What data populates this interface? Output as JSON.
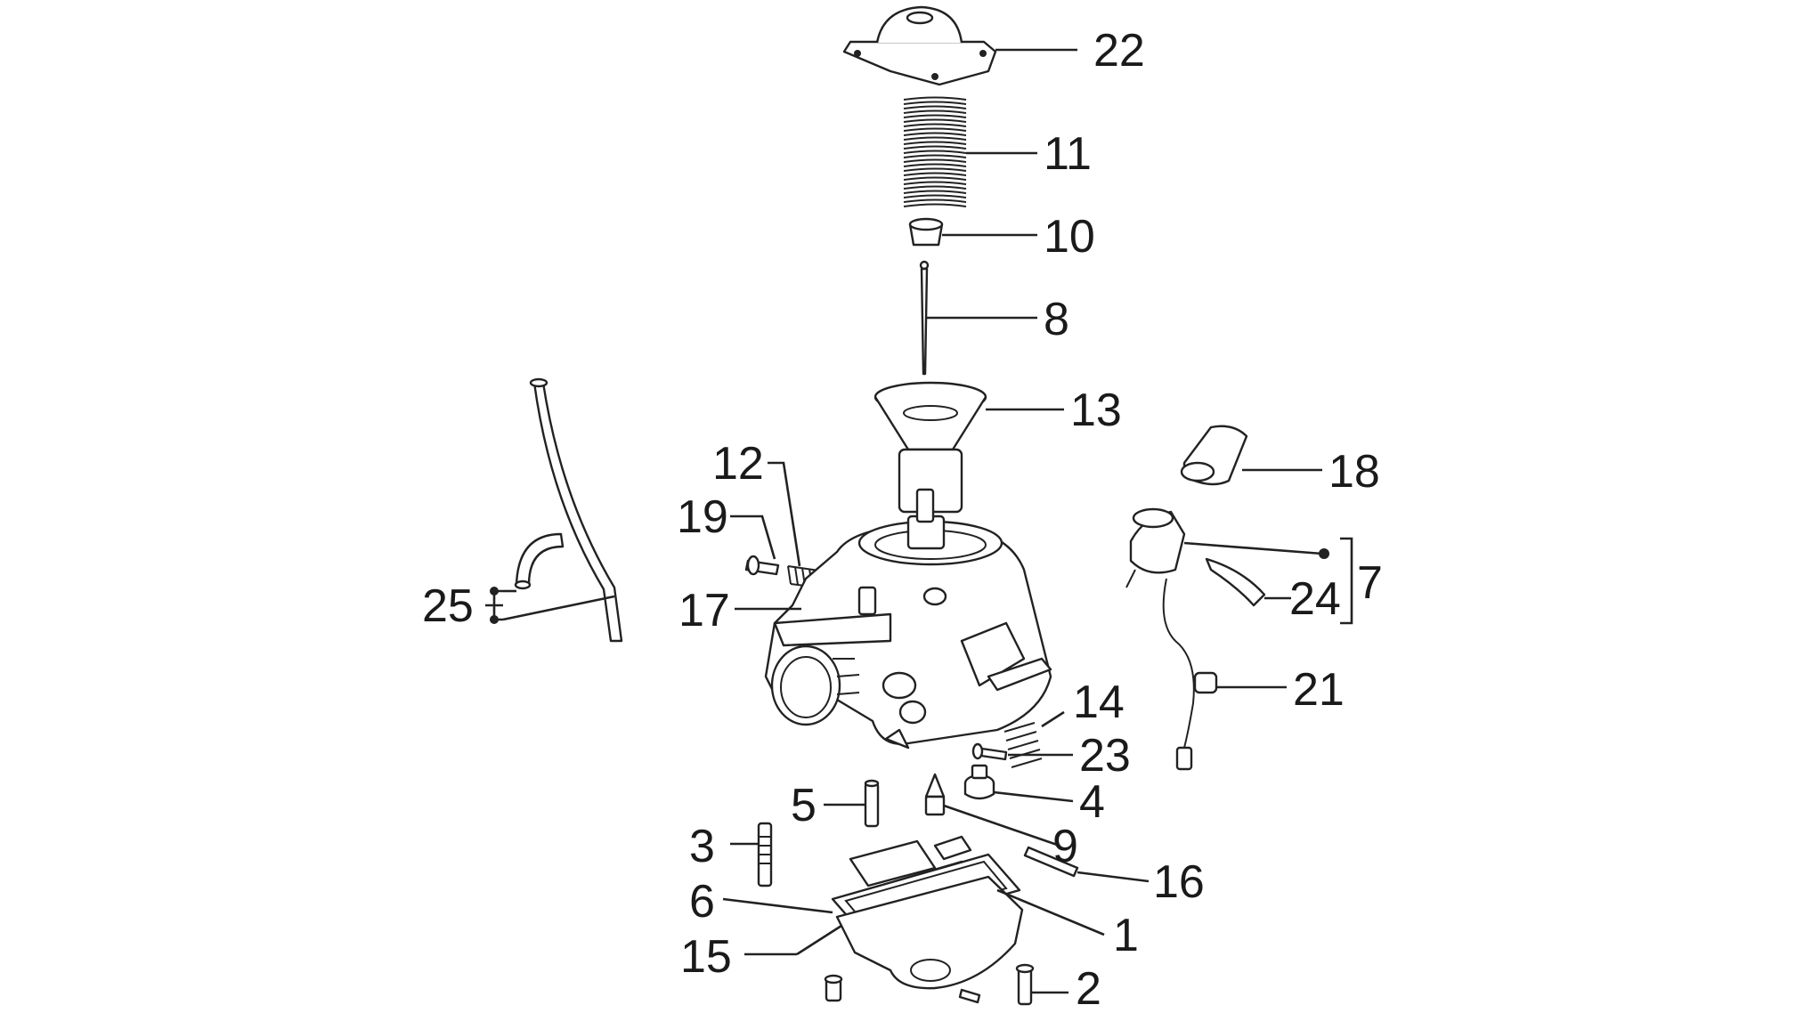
{
  "diagram": {
    "callouts": [
      {
        "id": "p22",
        "label": "22"
      },
      {
        "id": "p11",
        "label": "11"
      },
      {
        "id": "p10",
        "label": "10"
      },
      {
        "id": "p8",
        "label": "8"
      },
      {
        "id": "p13",
        "label": "13"
      },
      {
        "id": "p12",
        "label": "12"
      },
      {
        "id": "p19",
        "label": "19"
      },
      {
        "id": "p17",
        "label": "17"
      },
      {
        "id": "p25",
        "label": "25"
      },
      {
        "id": "p18",
        "label": "18"
      },
      {
        "id": "p7",
        "label": "7"
      },
      {
        "id": "p24",
        "label": "24"
      },
      {
        "id": "p21",
        "label": "21"
      },
      {
        "id": "p14",
        "label": "14"
      },
      {
        "id": "p23",
        "label": "23"
      },
      {
        "id": "p4",
        "label": "4"
      },
      {
        "id": "p5",
        "label": "5"
      },
      {
        "id": "p9",
        "label": "9"
      },
      {
        "id": "p3",
        "label": "3"
      },
      {
        "id": "p16",
        "label": "16"
      },
      {
        "id": "p6",
        "label": "6"
      },
      {
        "id": "p1",
        "label": "1"
      },
      {
        "id": "p15",
        "label": "15"
      },
      {
        "id": "p2",
        "label": "2"
      }
    ],
    "colors": {
      "ink": "#222222",
      "background": "#ffffff"
    }
  }
}
